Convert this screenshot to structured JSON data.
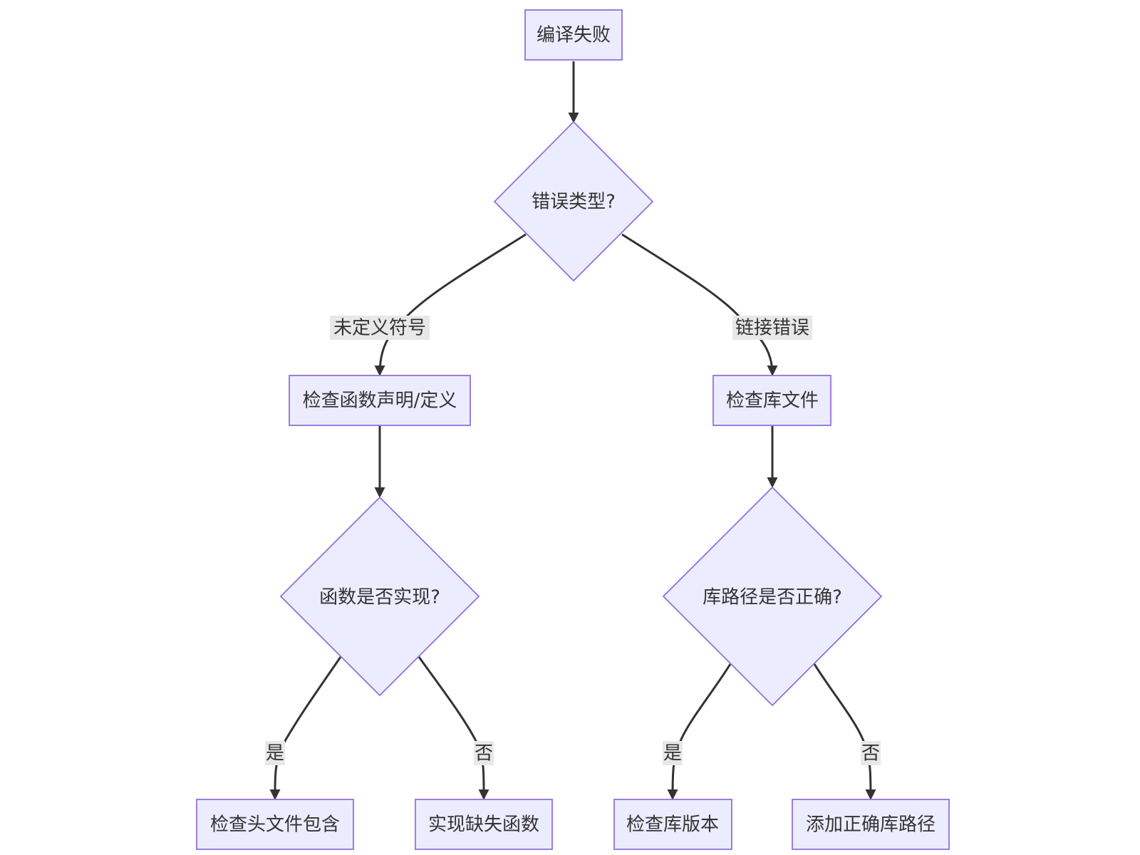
{
  "nodes": {
    "start": "编译失败",
    "error_type": "错误类型?",
    "check_decl": "检查函数声明/定义",
    "check_lib": "检查库文件",
    "func_impl": "函数是否实现?",
    "lib_path": "库路径是否正确?",
    "check_header": "检查头文件包含",
    "impl_missing": "实现缺失函数",
    "check_lib_version": "检查库版本",
    "add_lib_path": "添加正确库路径"
  },
  "edge_labels": {
    "undefined_symbol": "未定义符号",
    "link_error": "链接错误",
    "func_yes": "是",
    "func_no": "否",
    "lib_yes": "是",
    "lib_no": "否"
  },
  "colors": {
    "node_fill": "#ECECFF",
    "node_stroke": "#9370DB",
    "edge": "#333333",
    "label_bg": "#E8E8E8"
  }
}
